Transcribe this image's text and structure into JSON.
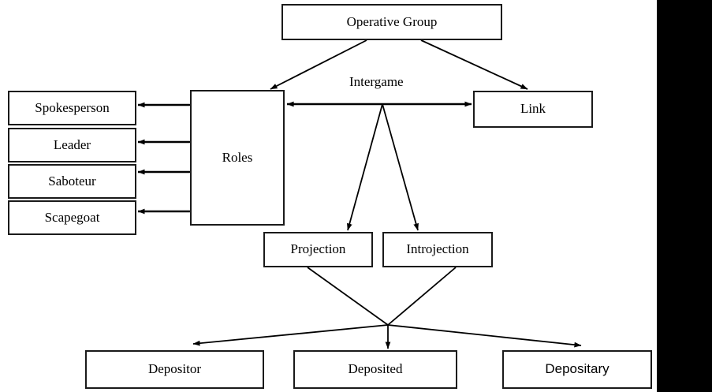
{
  "diagram": {
    "title_node": "Operative Group",
    "background": "#ffffff",
    "stroke_color": "#1a1a1a",
    "right_margin_bar_color": "#000000",
    "nodes": {
      "operative_group": "Operative Group",
      "roles": "Roles",
      "link": "Link",
      "spokesperson": "Spokesperson",
      "leader": "Leader",
      "saboteur": "Saboteur",
      "scapegoat": "Scapegoat",
      "projection": "Projection",
      "introjection": "Introjection",
      "depositor": "Depositor",
      "deposited": "Deposited",
      "depositary": "Depositary"
    },
    "labels": {
      "intergame": "Intergame"
    },
    "edges": [
      {
        "from": "operative_group",
        "to": "roles",
        "kind": "arrow"
      },
      {
        "from": "operative_group",
        "to": "link",
        "kind": "arrow"
      },
      {
        "from": "roles",
        "to": "link",
        "kind": "double-arrow",
        "label": "Intergame"
      },
      {
        "from": "roles",
        "to": "spokesperson",
        "kind": "arrow"
      },
      {
        "from": "roles",
        "to": "leader",
        "kind": "arrow"
      },
      {
        "from": "roles",
        "to": "saboteur",
        "kind": "arrow"
      },
      {
        "from": "roles",
        "to": "scapegoat",
        "kind": "arrow"
      },
      {
        "from": "intergame",
        "to": "projection",
        "kind": "arrow"
      },
      {
        "from": "intergame",
        "to": "introjection",
        "kind": "arrow"
      },
      {
        "from": "projection",
        "to": "junction",
        "kind": "line"
      },
      {
        "from": "introjection",
        "to": "junction",
        "kind": "line"
      },
      {
        "from": "junction",
        "to": "depositor",
        "kind": "arrow"
      },
      {
        "from": "junction",
        "to": "deposited",
        "kind": "arrow"
      },
      {
        "from": "junction",
        "to": "depositary",
        "kind": "arrow"
      }
    ]
  }
}
